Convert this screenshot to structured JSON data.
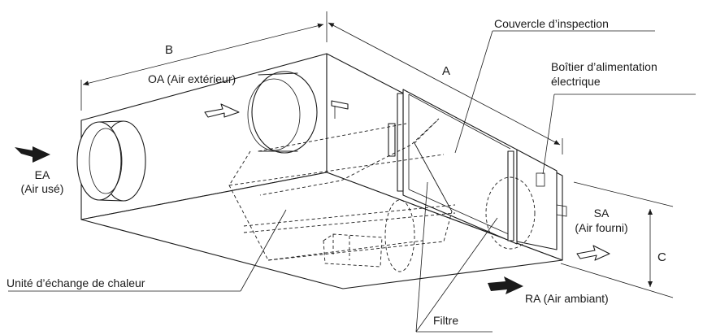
{
  "labels": {
    "couvercle": "Couvercle d’inspection",
    "boitier_l1": "Boîtier d’alimentation",
    "boitier_l2": "électrique",
    "oa": "OA (Air extérieur)",
    "ea_l1": "EA",
    "ea_l2": "(Air usé)",
    "sa_l1": "SA",
    "sa_l2": "(Air fourni)",
    "ra": "RA (Air ambiant)",
    "unite": "Unité d’échange de chaleur",
    "filtre": "Filtre"
  },
  "dimensions": {
    "a": "A",
    "b": "B",
    "c": "C"
  }
}
